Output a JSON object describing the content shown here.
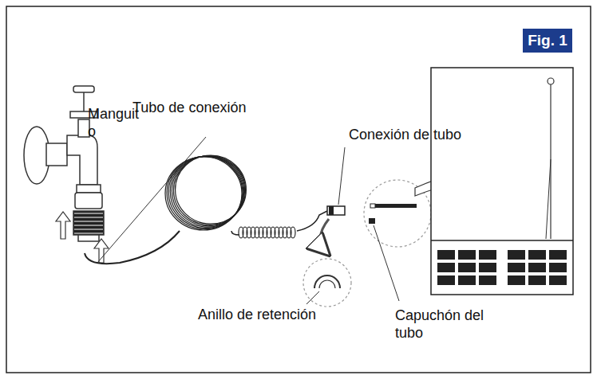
{
  "diagram": {
    "nodes": [
      {
        "text": [
          "Fig. 1"
        ]
      }
    ],
    "labels": [
      "Manguito",
      "Tubo de conexión",
      "Conexión de tubo",
      "Anillo de retención",
      "Capuchón del tubo"
    ]
  }
}
